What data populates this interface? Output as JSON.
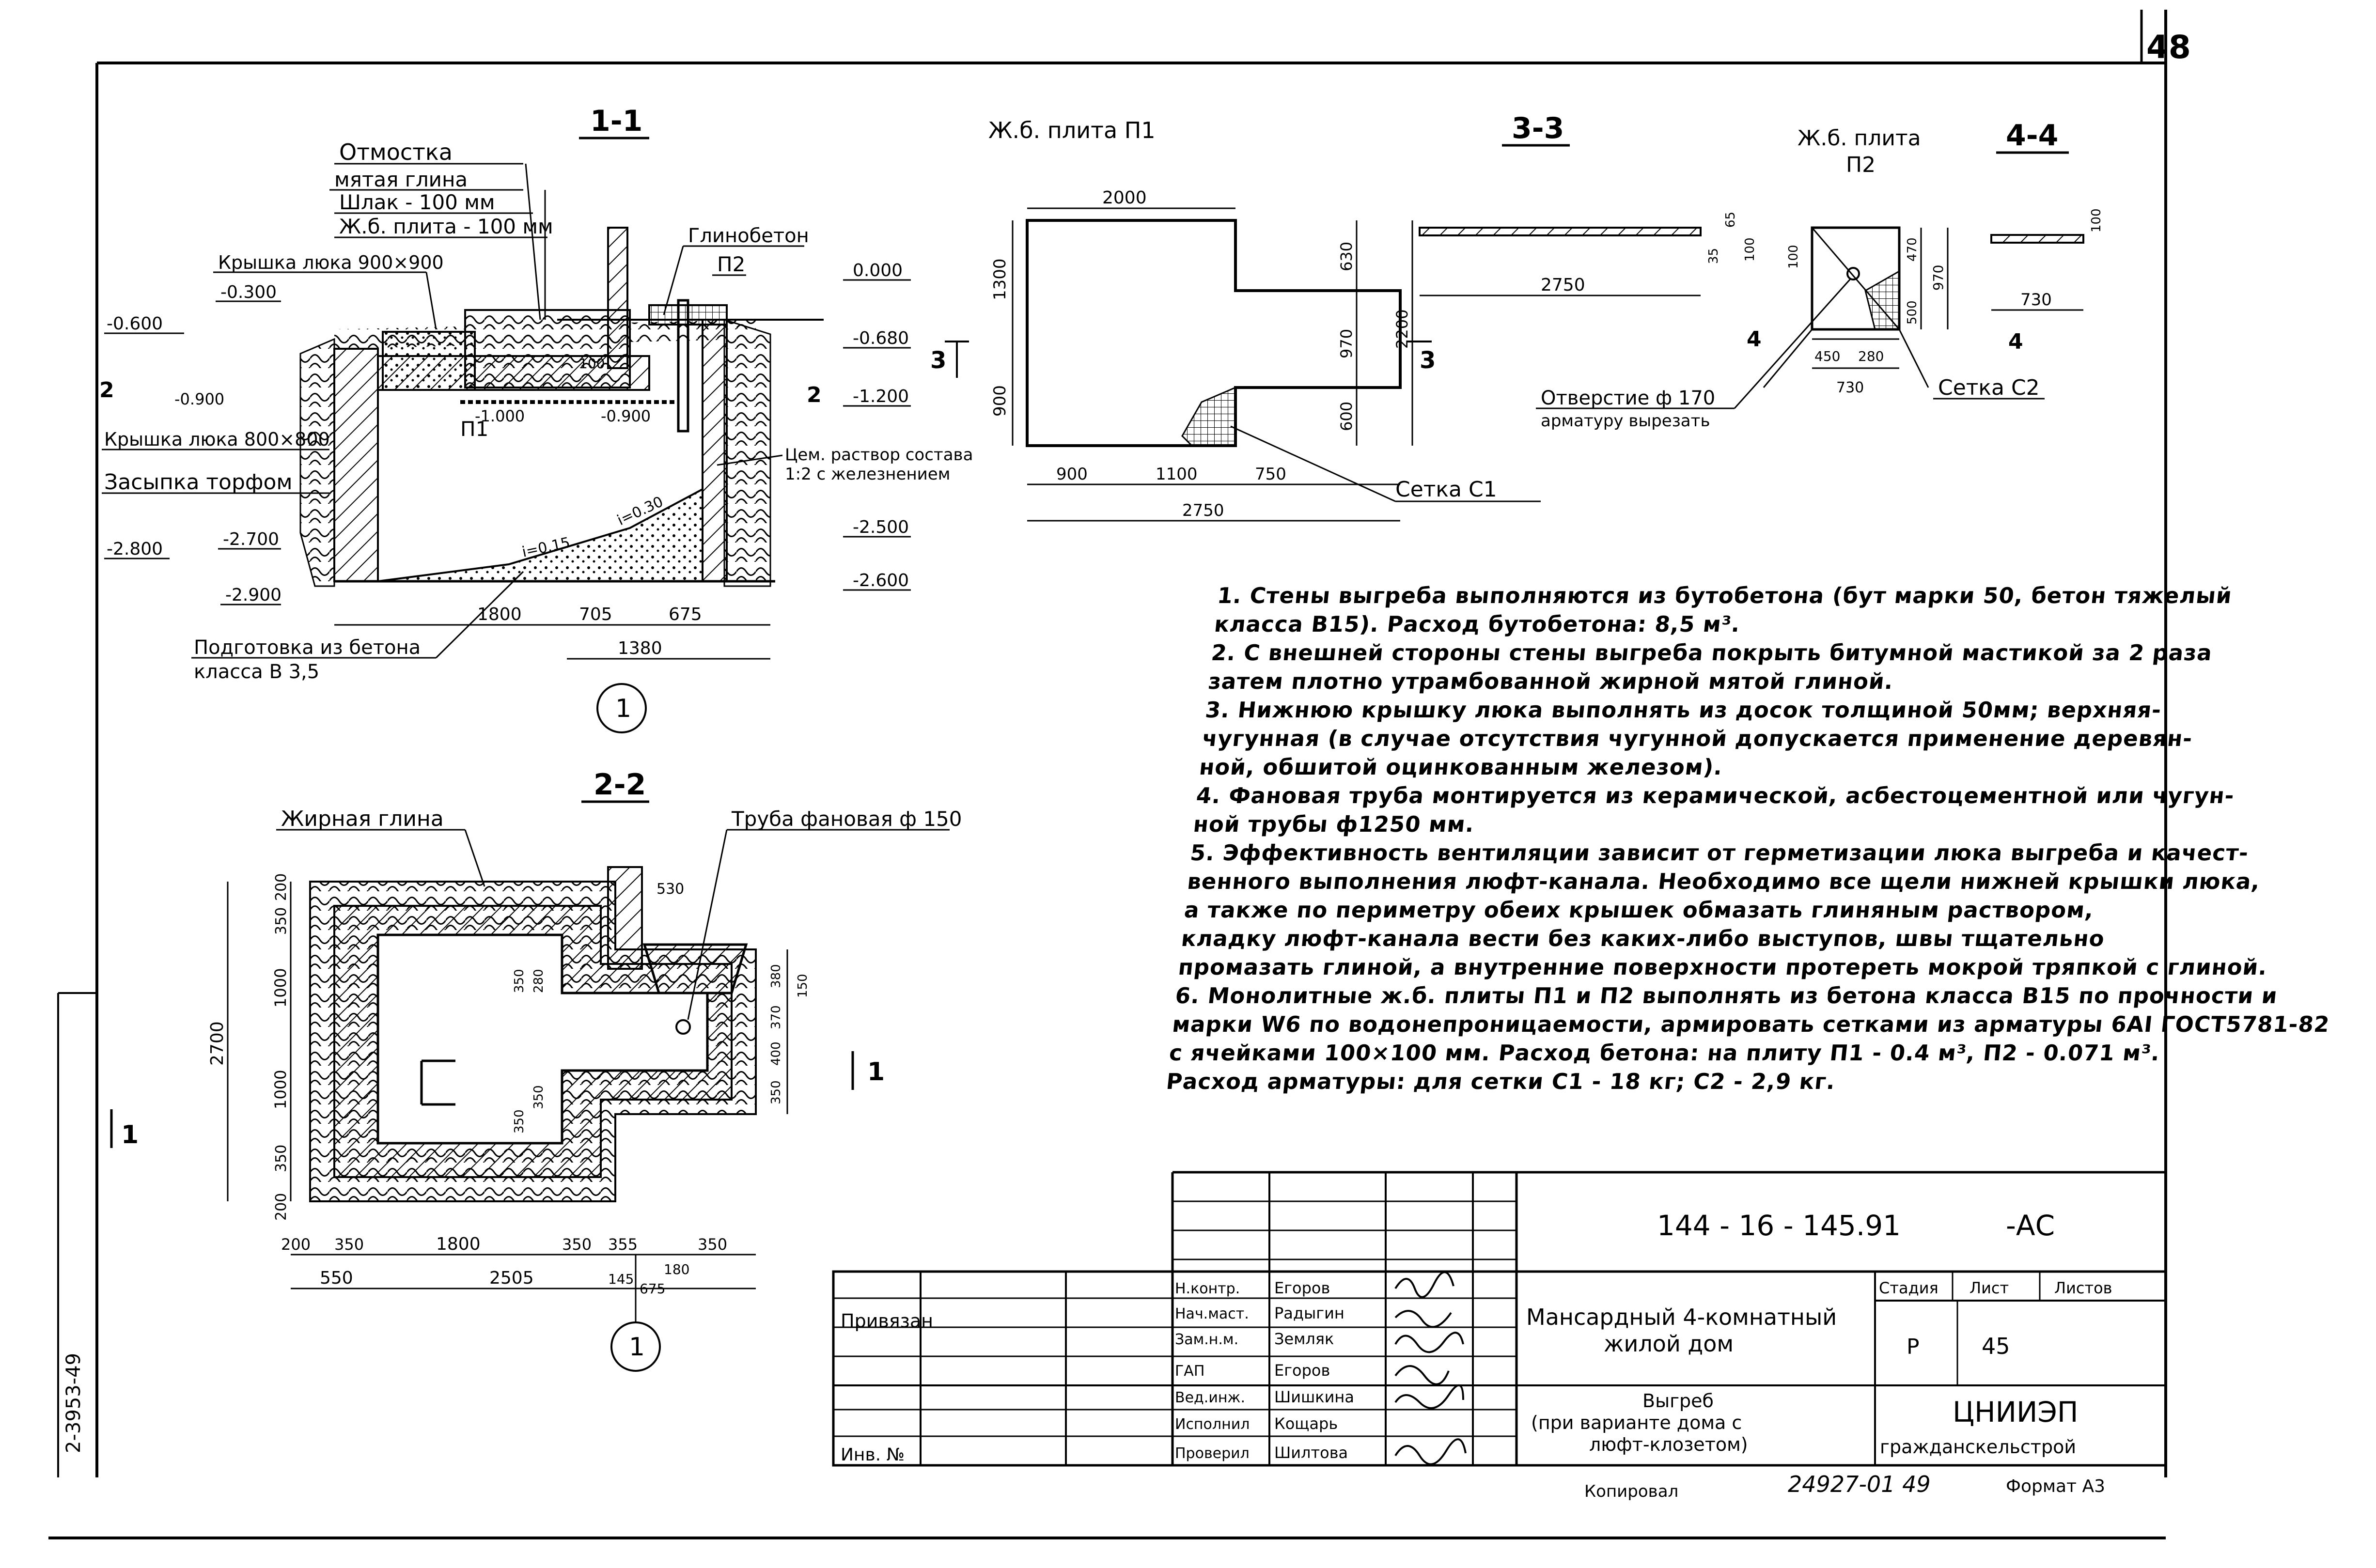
{
  "page_number": "48",
  "side_stamp": "2-3953-49",
  "section_1_1": {
    "title": "1-1",
    "layers": [
      "Отмостка",
      "мятая глина",
      "Шлак - 100 мм",
      "Ж.б. плита - 100 мм"
    ],
    "labels": {
      "hatch_cover_900": "Крышка люка 900×900",
      "hatch_cover_800": "Крышка люка 800×800",
      "peat_fill": "Засыпка торфом",
      "clay_concrete": "Глинобетон",
      "p2": "П2",
      "p1": "П1",
      "cement_mortar_1": "Цем. раствор состава",
      "cement_mortar_2": "1:2 с железнением",
      "base_1": "Подготовка из бетона",
      "base_2": "класса В 3,5",
      "slope_1": "i=0.15",
      "slope_2": "i=0.30",
      "mark_2": "2",
      "mark_1": "1"
    },
    "levels": [
      "-0.300",
      "-0.600",
      "-0.900",
      "-1.000",
      "-0.900",
      "0.000",
      "-0.680",
      "-1.200",
      "-2.700",
      "-2.800",
      "-2.900",
      "-2.500",
      "-2.600"
    ],
    "dims": [
      "1800",
      "705",
      "675",
      "1380",
      "100"
    ],
    "callout": "1"
  },
  "slab_p1": {
    "title": "Ж.б. плита П1",
    "dims": [
      "2000",
      "1300",
      "900",
      "630",
      "970",
      "2200",
      "600",
      "900",
      "1100",
      "750",
      "2750"
    ],
    "mesh_label": "Сетка С1",
    "section_mark": "3"
  },
  "section_3_3": {
    "title": "3-3",
    "dims": [
      "2750",
      "35",
      "65",
      "100"
    ]
  },
  "slab_p2": {
    "title_1": "Ж.б. плита",
    "title_2": "П2",
    "dims": [
      "100",
      "470",
      "970",
      "500",
      "450",
      "280",
      "730"
    ],
    "hole_1": "Отверстие ф 170",
    "hole_2": "арматуру вырезать",
    "mesh_label": "Сетка С2",
    "section_mark": "4"
  },
  "section_4_4": {
    "title": "4-4",
    "dims": [
      "100",
      "730"
    ]
  },
  "section_2_2": {
    "title": "2-2",
    "labels": {
      "rich_clay": "Жирная глина",
      "fan_pipe": "Труба фановая ф 150",
      "mark_1": "1"
    },
    "dims_left": [
      "200",
      "350",
      "1000",
      "2700",
      "1000",
      "350",
      "200"
    ],
    "dims_inner": [
      "350",
      "280",
      "350",
      "350"
    ],
    "dims_right": [
      "530",
      "380",
      "150",
      "370",
      "400",
      "350"
    ],
    "dims_bottom": [
      "200",
      "350",
      "1800",
      "350",
      "355",
      "350",
      "550",
      "2505",
      "145",
      "180",
      "675"
    ],
    "callout": "1"
  },
  "notes": [
    "1. Стены выгреба выполняются из бутобетона (бут марки 50, бетон тяжелый",
    "класса В15). Расход бутобетона: 8,5 м³.",
    "2. С внешней стороны стены выгреба покрыть битумной мастикой за 2 раза",
    "затем плотно утрамбованной жирной мятой глиной.",
    "3. Нижнюю крышку люка выполнять из досок толщиной 50мм; верхняя-",
    "чугунная (в случае отсутствия чугунной допускается применение деревян-",
    "ной, обшитой оцинкованным железом).",
    "4. Фановая труба монтируется из керамической, асбестоцементной или чугун-",
    "ной трубы ф1250 мм.",
    "5. Эффективность вентиляции зависит от герметизации люка выгреба и качест-",
    "венного выполнения люфт-канала. Необходимо все щели нижней крышки люка,",
    "а также по периметру обеих крышек обмазать глиняным раствором,",
    "кладку люфт-канала вести без каких-либо выступов, швы тщательно",
    "промазать глиной, а внутренние поверхности протереть мокрой тряпкой с глиной.",
    "6. Монолитные ж.б. плиты П1 и П2 выполнять из бетона класса В15 по прочности и",
    "марки W6 по водонепроницаемости, армировать сетками из арматуры 6АI ГОСТ5781-82",
    "с ячейками 100×100 мм. Расход бетона: на плиту П1 - 0.4 м³, П2 - 0.071 м³.",
    "Расход арматуры: для сетки С1 - 18 кг; С2 - 2,9 кг."
  ],
  "title_block": {
    "doc_code": "144 - 16 - 145.91",
    "doc_suffix": "-АС",
    "bound": "Привязан",
    "inv_no": "Инв. №",
    "roles": [
      "Н.контр.",
      "Нач.маст.",
      "Зам.н.м.",
      "ГАП",
      "Вед.инж.",
      "Исполнил",
      "Проверил"
    ],
    "names": [
      "Егоров",
      "Радыгин",
      "Земляк",
      "Егоров",
      "Шишкина",
      "Кощарь",
      "Шилтова"
    ],
    "project_1": "Мансардный 4-комнатный",
    "project_2": "жилой дом",
    "sheet_title_1": "Выгреб",
    "sheet_title_2": "(при варианте дома с",
    "sheet_title_3": "люфт-клозетом)",
    "stage_label": "Стадия",
    "sheet_label": "Лист",
    "sheets_label": "Листов",
    "stage": "Р",
    "sheet": "45",
    "org_1": "ЦНИИЭП",
    "org_2": "гражданскельстрой"
  },
  "footer": {
    "copied": "Копировал",
    "order_no": "24927-01 49",
    "format": "Формат А3"
  }
}
